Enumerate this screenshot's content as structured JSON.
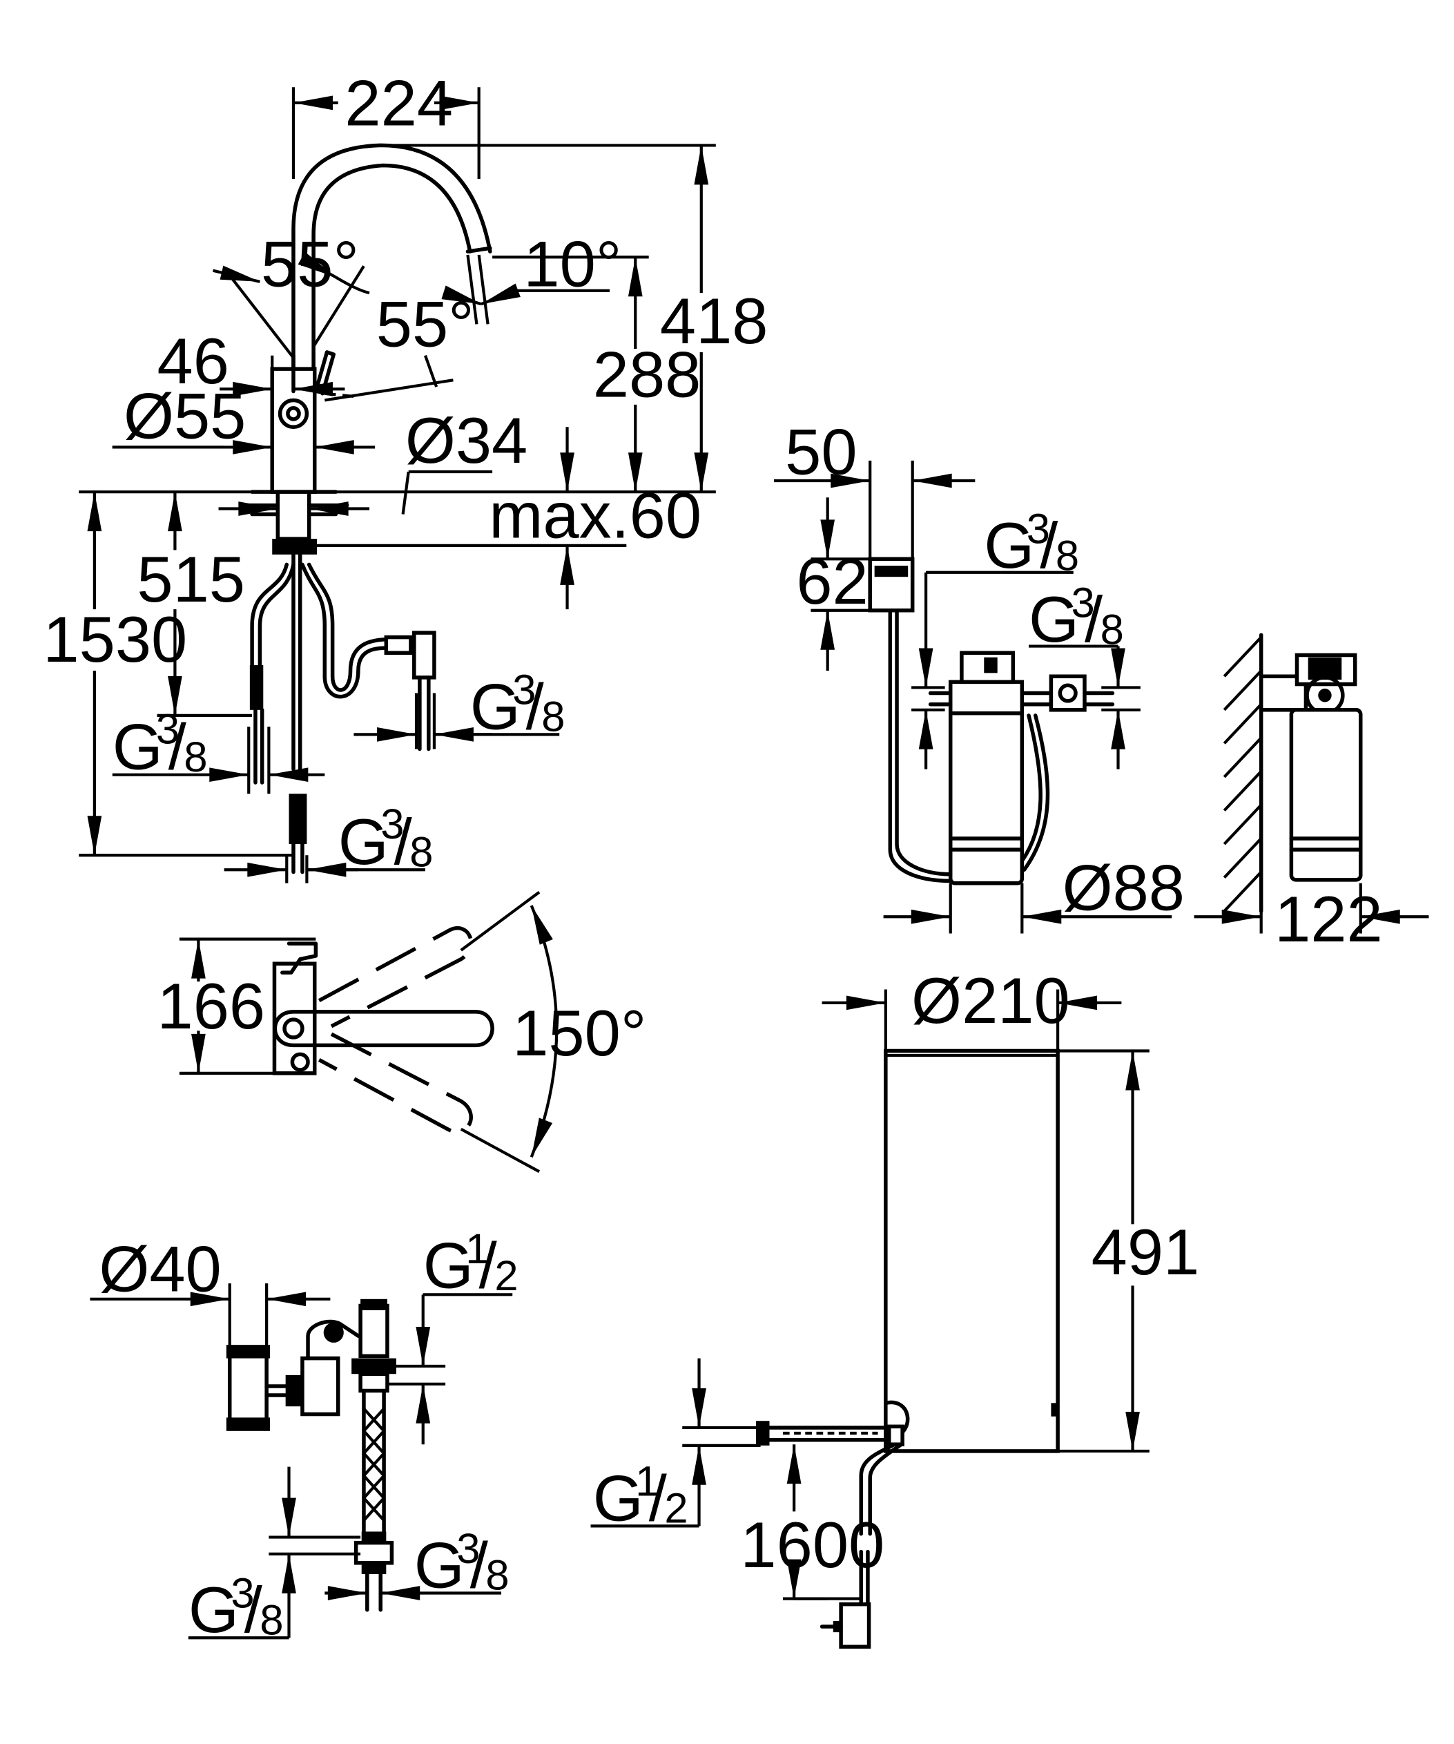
{
  "dimensions": {
    "w224": "224",
    "h418": "418",
    "h288": "288",
    "angle55_top": "55°",
    "angle55_right": "55°",
    "angle10": "10°",
    "w46": "46",
    "d55": "Ø55",
    "d34": "Ø34",
    "max60": "max.60",
    "h515": "515",
    "h1530": "1530",
    "w166": "166",
    "angle150": "150°",
    "w50": "50",
    "h62": "62",
    "d88": "Ø88",
    "w122": "122",
    "d210": "Ø210",
    "h491": "491",
    "d40": "Ø40",
    "l1600": "1600"
  },
  "thread_labels": {
    "g": "G",
    "three": "3",
    "eight": "8",
    "one": "1",
    "two": "2",
    "slash": "/"
  },
  "views": [
    "faucet-side-view",
    "faucet-top-view",
    "filter-front-view",
    "filter-side-view-wall",
    "valve-assembly",
    "boiler-tank"
  ]
}
